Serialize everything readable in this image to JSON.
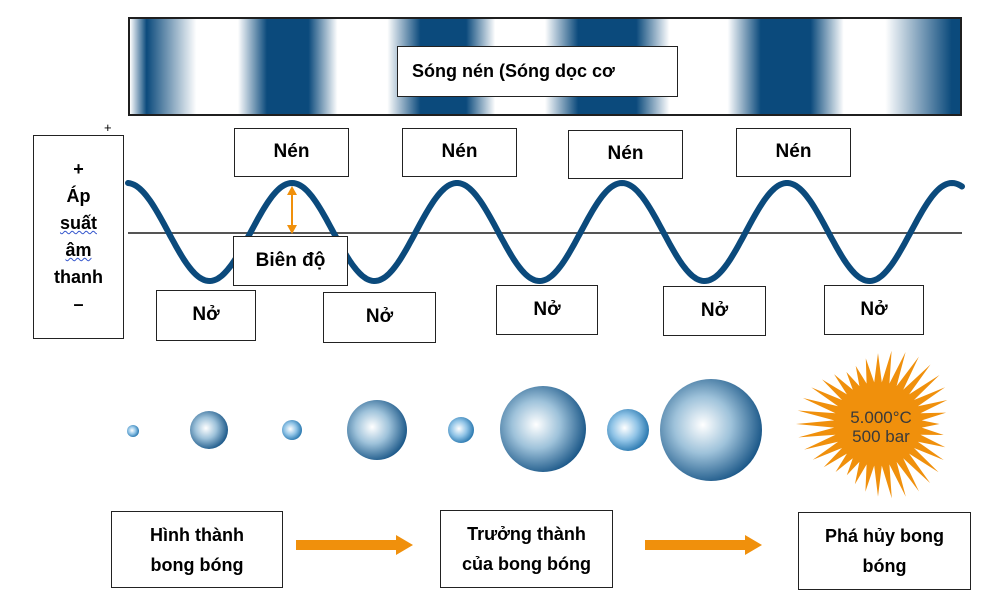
{
  "band": {
    "title": "Sóng nén (Sóng dọc cơ"
  },
  "axis_label": {
    "plus": "+",
    "line1": "Áp",
    "line2": "suất",
    "line3": "âm",
    "line4": "thanh",
    "minus": "–"
  },
  "plus_mark": "+",
  "compression_labels": [
    "Nén",
    "Nén",
    "Nén",
    "Nén"
  ],
  "rarefaction_labels": [
    "Nở",
    "Nở",
    "Nở",
    "Nở",
    "Nở"
  ],
  "amplitude_label": "Biên độ",
  "stages": {
    "formation": {
      "line1": "Hình thành",
      "line2": "bong bóng"
    },
    "growth": {
      "line1": "Trưởng thành",
      "line2": "của bong bóng"
    },
    "collapse": {
      "line1": "Phá hủy bong",
      "line2": "bóng"
    }
  },
  "collapse_burst": {
    "temperature": "5.000°C",
    "pressure": "500 bar"
  },
  "colors": {
    "wave": "#0b4a7c",
    "arrow": "#f0900c",
    "axis_line": "#555555"
  }
}
